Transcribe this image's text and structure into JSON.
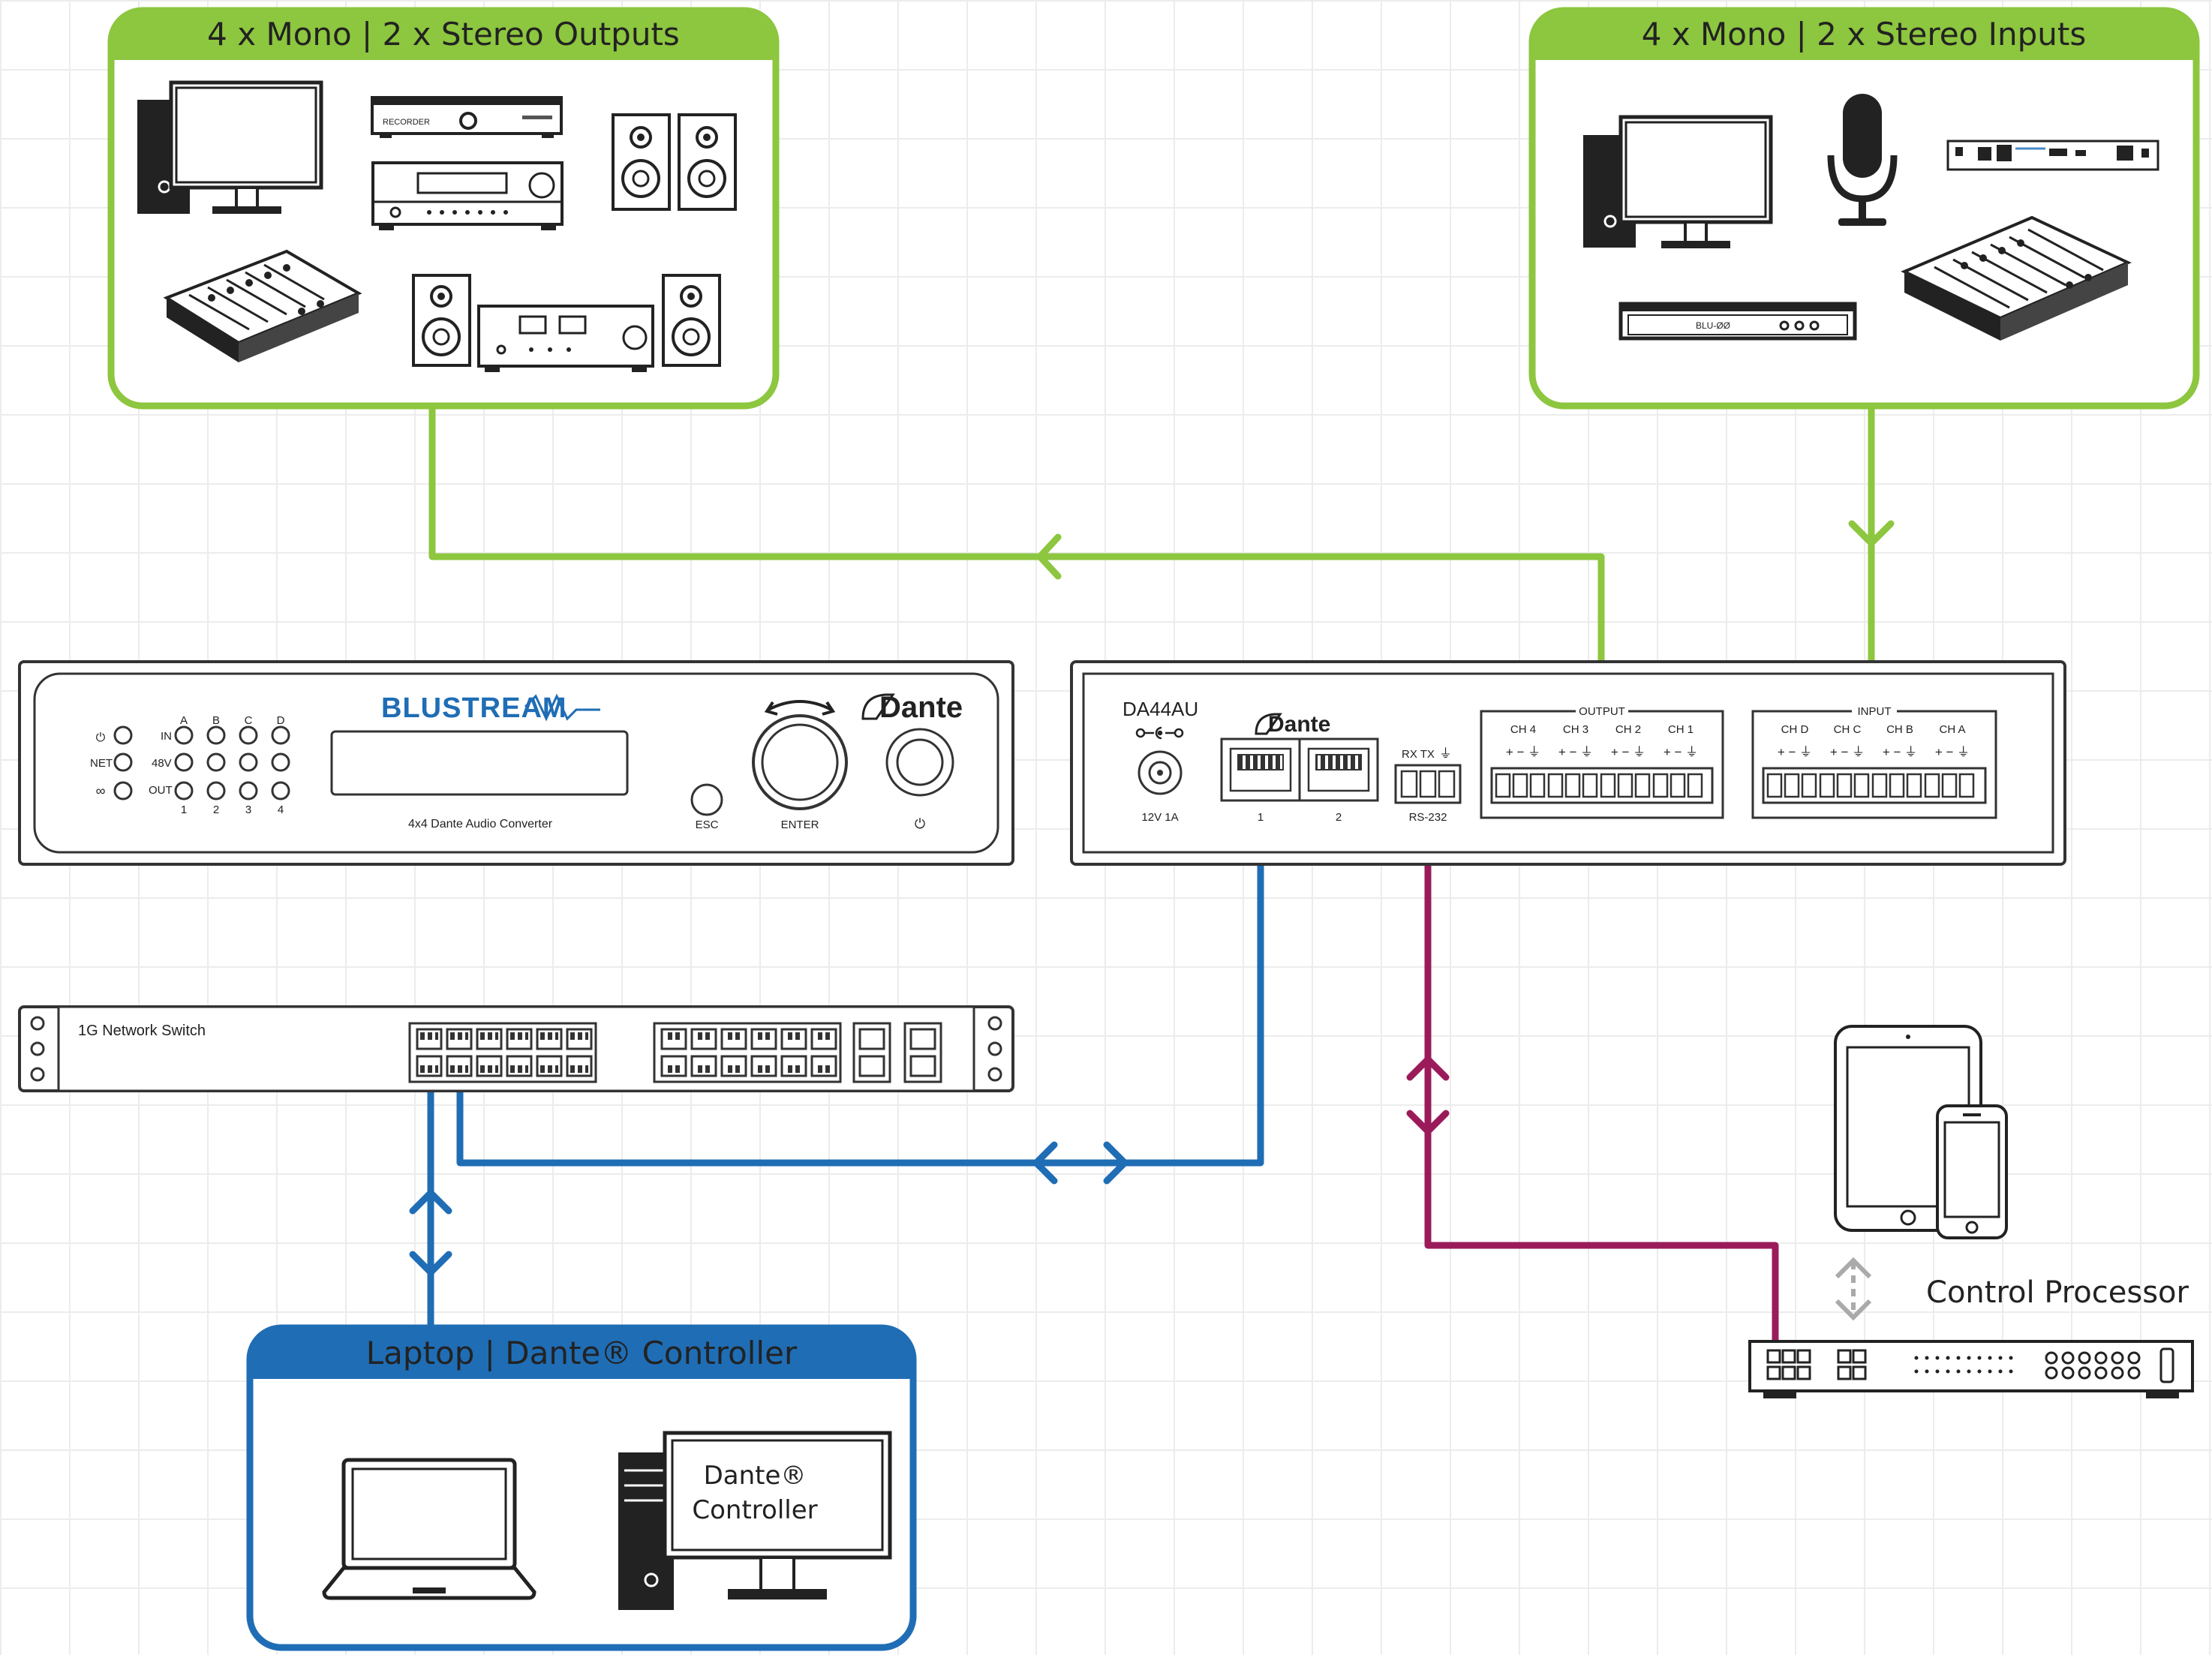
{
  "colors": {
    "green": "#8dc63f",
    "blue": "#1f6db5",
    "magenta": "#9b1b5a",
    "device_stroke": "#333333",
    "header_text": "#222222"
  },
  "groups": {
    "outputs_title": "4 x  Mono | 2 x Stereo Outputs",
    "inputs_title": "4 x  Mono | 2 x Stereo Inputs",
    "laptop_title": "Laptop | Dante® Controller"
  },
  "front_panel": {
    "brand": "BLUSTREAM",
    "dante_logo": "Dante",
    "subtitle": "4x4 Dante Audio Converter",
    "in_label": "IN",
    "net_label": "NET",
    "v48_label": "48V",
    "out_label": "OUT",
    "columns": [
      "A",
      "B",
      "C",
      "D"
    ],
    "numbers": [
      "1",
      "2",
      "3",
      "4"
    ],
    "esc_label": "ESC",
    "enter_label": "ENTER"
  },
  "rear_panel": {
    "model": "DA44AU",
    "power_label": "12V 1A",
    "dante_logo": "Dante",
    "port1": "1",
    "port2": "2",
    "rxtx_label": "RX TX",
    "rs232_label": "RS-232",
    "output_label": "OUTPUT",
    "input_label": "INPUT",
    "output_channels": [
      "CH 4",
      "CH 3",
      "CH 2",
      "CH 1"
    ],
    "input_channels": [
      "CH D",
      "CH C",
      "CH B",
      "CH A"
    ],
    "polarity": "+ − ⏚"
  },
  "switch": {
    "label": "1G Network Switch"
  },
  "devices": {
    "recorder_label": "RECORDER",
    "bluray_label": "BLU-ØØ",
    "dante_controller_line1": "Dante®",
    "dante_controller_line2": "Controller"
  },
  "control": {
    "label": "Control Processor"
  }
}
